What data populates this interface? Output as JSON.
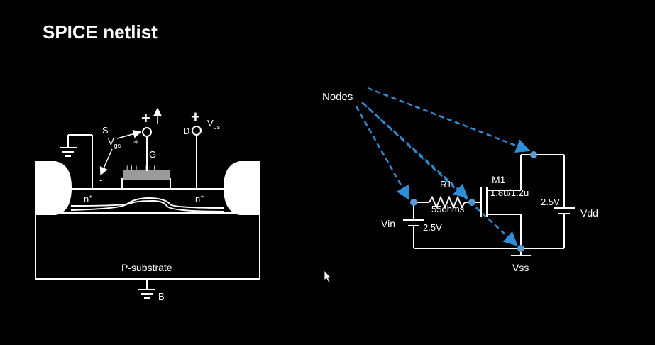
{
  "slide": {
    "title": "SPICE netlist"
  },
  "mosfet": {
    "source_letter": "S",
    "v_sym": "V",
    "v_gs_sub": "gs",
    "v_ds_sub": "ds",
    "plus": "+",
    "minus": "-",
    "gate_letter": "G",
    "drain_letter": "D",
    "gate_charges": "+++++++",
    "n_letter": "n",
    "n_super": "+",
    "substrate_label": "P-substrate",
    "body_letter": "B"
  },
  "circuit": {
    "nodes_label": "Nodes",
    "r1_name": "R1",
    "r1_value": "55ohms",
    "m1_name": "M1",
    "m1_size": "1.8u/1.2u",
    "vin_name": "Vin",
    "vin_value": "2.5V",
    "vdd_name": "Vdd",
    "vdd_value": "2.5V",
    "vss_name": "Vss",
    "accent_color": "#2f8fd6",
    "node_color": "#5b9bd5"
  },
  "icons": {
    "cursor": "arrow-cursor-icon"
  }
}
